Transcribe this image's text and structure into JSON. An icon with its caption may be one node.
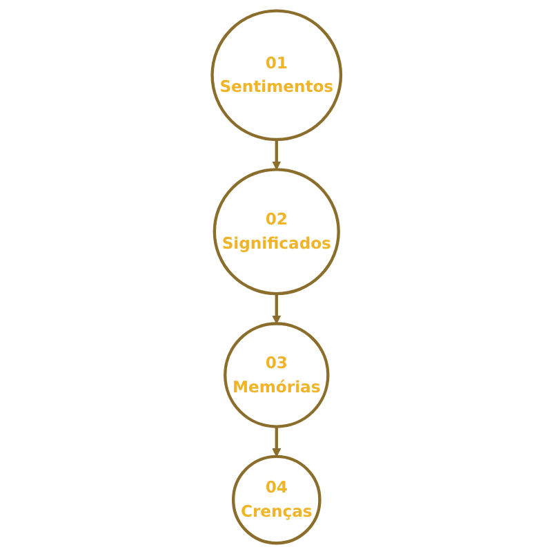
{
  "diagram": {
    "nodes": [
      {
        "text": [
          "01",
          "Sentimentos"
        ]
      },
      {
        "text": [
          "02",
          "Significados"
        ]
      },
      {
        "text": [
          "03",
          "Memórias"
        ]
      },
      {
        "text": [
          "04",
          "Crenças"
        ]
      }
    ],
    "edges": [
      {
        "from": 0,
        "to": 1,
        "arrow": "to"
      },
      {
        "from": 1,
        "to": 2,
        "arrow": "to"
      },
      {
        "from": 2,
        "to": 3,
        "arrow": "to"
      }
    ]
  }
}
